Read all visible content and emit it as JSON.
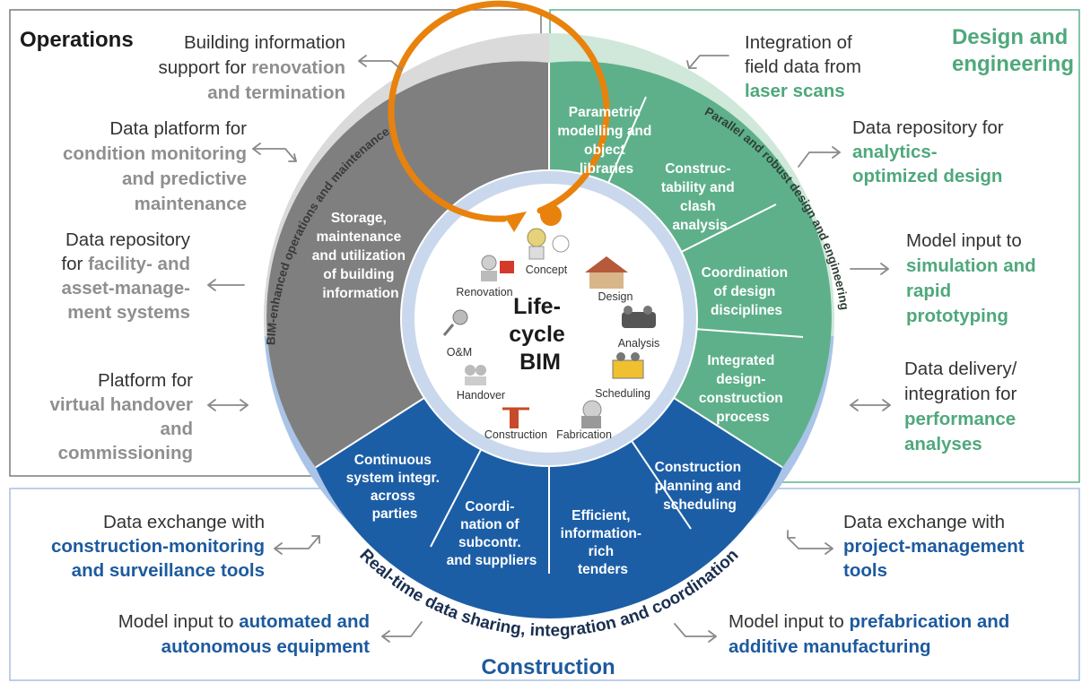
{
  "panels": {
    "operations_title": "Operations",
    "design_title": [
      "Design and",
      "engineering"
    ],
    "construction_title": "Construction"
  },
  "center": {
    "lines": [
      "Life-",
      "cycle",
      "BIM"
    ]
  },
  "stages": [
    "Concept",
    "Design",
    "Analysis",
    "Scheduling",
    "Fabrication",
    "Construction",
    "Handover",
    "O&M",
    "Renovation"
  ],
  "segments": {
    "operations": [
      "Storage,",
      "maintenance",
      "and utilization",
      "of building",
      "information"
    ],
    "parametric": [
      "Parametric",
      "modelling and",
      "object",
      "libraries"
    ],
    "constructability": [
      "Construc-",
      "tability and",
      "clash",
      "analysis"
    ],
    "coordination_design": [
      "Coordination",
      "of design",
      "disciplines"
    ],
    "integrated": [
      "Integrated",
      "design-",
      "construction",
      "process"
    ],
    "continuous": [
      "Continuous",
      "system integr.",
      "across",
      "parties"
    ],
    "coordination_sub": [
      "Coordi-",
      "nation of",
      "subcontr.",
      "and suppliers"
    ],
    "efficient": [
      "Efficient,",
      "information-",
      "rich",
      "tenders"
    ],
    "planning": [
      "Construction",
      "planning and",
      "scheduling"
    ]
  },
  "ring_labels": {
    "operations": "BIM-enhanced operations and maintenance",
    "design": "Parallel and robust design and engineering",
    "construction": "Real-time data sharing, integration and coordination"
  },
  "annotations": {
    "op1": [
      [
        {
          "t": "Building information",
          "c": "n"
        }
      ],
      [
        {
          "t": "support for ",
          "c": "n"
        },
        {
          "t": "renovation",
          "c": "g"
        }
      ],
      [
        {
          "t": "and termination",
          "c": "g"
        }
      ]
    ],
    "op2": [
      [
        {
          "t": "Data platform for",
          "c": "n"
        }
      ],
      [
        {
          "t": "condition monitoring",
          "c": "g"
        }
      ],
      [
        {
          "t": "and predictive",
          "c": "g"
        }
      ],
      [
        {
          "t": "maintenance",
          "c": "g"
        }
      ]
    ],
    "op3": [
      [
        {
          "t": "Data repository",
          "c": "n"
        }
      ],
      [
        {
          "t": "for ",
          "c": "n"
        },
        {
          "t": "facility- and",
          "c": "g"
        }
      ],
      [
        {
          "t": "asset-manage-",
          "c": "g"
        }
      ],
      [
        {
          "t": "ment systems",
          "c": "g"
        }
      ]
    ],
    "op4": [
      [
        {
          "t": "Platform for",
          "c": "n"
        }
      ],
      [
        {
          "t": "virtual handover",
          "c": "g"
        }
      ],
      [
        {
          "t": "and",
          "c": "g"
        }
      ],
      [
        {
          "t": "commissioning",
          "c": "g"
        }
      ]
    ],
    "de1": [
      [
        {
          "t": "Integration of",
          "c": "n"
        }
      ],
      [
        {
          "t": "field data from",
          "c": "n"
        }
      ],
      [
        {
          "t": "laser scans",
          "c": "gr"
        }
      ]
    ],
    "de2": [
      [
        {
          "t": "Data repository for",
          "c": "n"
        }
      ],
      [
        {
          "t": "analytics-",
          "c": "gr"
        }
      ],
      [
        {
          "t": "optimized design",
          "c": "gr"
        }
      ]
    ],
    "de3": [
      [
        {
          "t": "Model input to",
          "c": "n"
        }
      ],
      [
        {
          "t": "simulation and",
          "c": "gr"
        }
      ],
      [
        {
          "t": "rapid",
          "c": "gr"
        }
      ],
      [
        {
          "t": "prototyping",
          "c": "gr"
        }
      ]
    ],
    "de4": [
      [
        {
          "t": "Data delivery/",
          "c": "n"
        }
      ],
      [
        {
          "t": "integration for",
          "c": "n"
        }
      ],
      [
        {
          "t": "performance",
          "c": "gr"
        }
      ],
      [
        {
          "t": "analyses",
          "c": "gr"
        }
      ]
    ],
    "co1": [
      [
        {
          "t": "Data exchange with",
          "c": "n"
        }
      ],
      [
        {
          "t": "construction-monitoring",
          "c": "b"
        }
      ],
      [
        {
          "t": "and surveillance tools",
          "c": "b"
        }
      ]
    ],
    "co2": [
      [
        {
          "t": "Model input to ",
          "c": "n"
        },
        {
          "t": "automated and",
          "c": "b"
        }
      ],
      [
        {
          "t": "autonomous equipment",
          "c": "b"
        }
      ]
    ],
    "co3": [
      [
        {
          "t": "Data exchange with",
          "c": "n"
        }
      ],
      [
        {
          "t": "project-management",
          "c": "b"
        }
      ],
      [
        {
          "t": "tools",
          "c": "b"
        }
      ]
    ],
    "co4": [
      [
        {
          "t": "Model input to ",
          "c": "n"
        },
        {
          "t": "prefabrication and",
          "c": "b"
        }
      ],
      [
        {
          "t": "additive manufacturing",
          "c": "b"
        }
      ]
    ]
  },
  "colors": {
    "operations_text": "#8f8f8f",
    "design_text": "#4fa87c",
    "construction_text": "#1d5a9e",
    "operations_fill": "#7f7f7f",
    "design_fill": "#5eb08a",
    "construction_fill": "#1c5ea6",
    "accent_arrow": "#e8820c"
  }
}
